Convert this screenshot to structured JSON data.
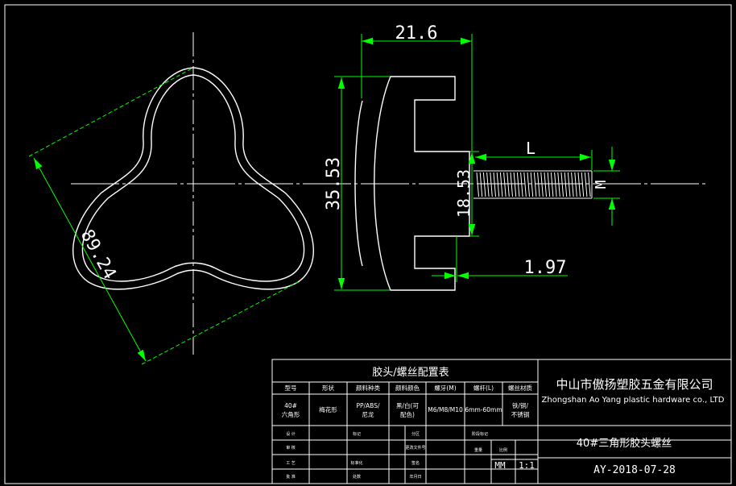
{
  "dimensions": {
    "width_top": "21.6",
    "height_left": "35.53",
    "inner_height": "18.53",
    "screw_length": "L",
    "thread_m": "M",
    "offset": "1.97",
    "diagonal": "89.24"
  },
  "title_block": {
    "table_title": "胶头/螺丝配置表",
    "headers": [
      "型号",
      "形状",
      "颜料种类",
      "颜料颜色",
      "螺牙(M)",
      "螺杆(L)",
      "螺丝材质"
    ],
    "row": [
      "40#\n六角形",
      "梅花形",
      "PP/ABS/\n尼龙",
      "黑/白(可\n配色)",
      "M6/M8/M10",
      "6mm-60mm",
      "铁/铜/\n不锈钢"
    ],
    "company_cn": "中山市傲扬塑胶五金有限公司",
    "company_en": "Zhongshan Ao Yang plastic hardware co., LTD",
    "product_name": "40#三角形胶头螺丝",
    "drawing_no": "AY-2018-07-28",
    "unit": "MM",
    "scale": "1:1",
    "small_labels": {
      "design": "设 计",
      "check": "审 核",
      "process": "工 艺",
      "approve": "批 准",
      "mark": "标记",
      "count": "处数",
      "zone": "分区",
      "change": "更改文件号",
      "sign": "签名",
      "date": "年月日",
      "stage": "阶段标记",
      "weight": "重量",
      "ratio": "比例",
      "std": "标准化"
    }
  },
  "colors": {
    "dimension": "#00ff00",
    "outline": "#ffffff",
    "background": "#000000"
  }
}
